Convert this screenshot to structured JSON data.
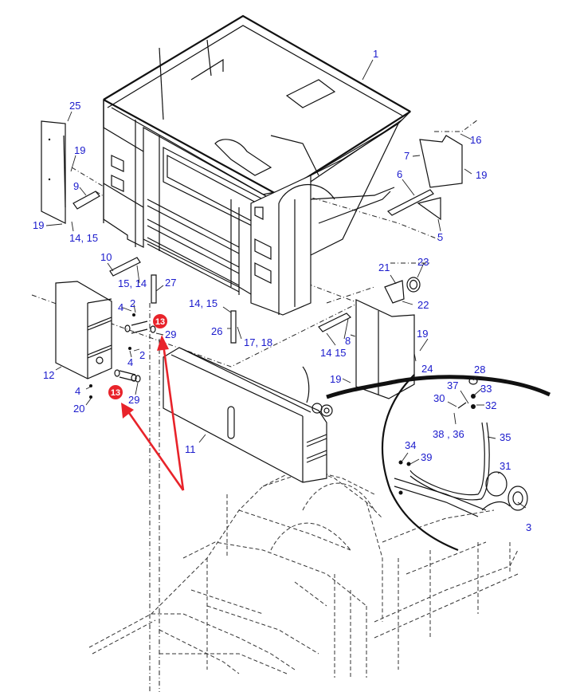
{
  "diagram": {
    "type": "exploded-parts-diagram",
    "subject": "Hopper assembly with fuel/water tanks and filler detail",
    "label_color": "#1a1acc",
    "callout_color": "#e8232a",
    "labels": [
      {
        "id": "1",
        "text": "1"
      },
      {
        "id": "25",
        "text": "25"
      },
      {
        "id": "19a",
        "text": "19"
      },
      {
        "id": "9",
        "text": "9"
      },
      {
        "id": "19b",
        "text": "19"
      },
      {
        "id": "14_15a",
        "text": "14, 15"
      },
      {
        "id": "16",
        "text": "16"
      },
      {
        "id": "7",
        "text": "7"
      },
      {
        "id": "19c",
        "text": "19"
      },
      {
        "id": "6",
        "text": "6"
      },
      {
        "id": "5",
        "text": "5"
      },
      {
        "id": "10",
        "text": "10"
      },
      {
        "id": "15_14",
        "text": "15, 14"
      },
      {
        "id": "27",
        "text": "27"
      },
      {
        "id": "21",
        "text": "21"
      },
      {
        "id": "23",
        "text": "23"
      },
      {
        "id": "22",
        "text": "22"
      },
      {
        "id": "14_15b",
        "text": "14, 15"
      },
      {
        "id": "4a",
        "text": "4"
      },
      {
        "id": "2a",
        "text": "2"
      },
      {
        "id": "29a",
        "text": "29"
      },
      {
        "id": "26",
        "text": "26"
      },
      {
        "id": "17_18",
        "text": "17, 18"
      },
      {
        "id": "8",
        "text": "8"
      },
      {
        "id": "19d",
        "text": "19"
      },
      {
        "id": "14_15c",
        "text": "14 15"
      },
      {
        "id": "4b",
        "text": "4"
      },
      {
        "id": "2b",
        "text": "2"
      },
      {
        "id": "12",
        "text": "12"
      },
      {
        "id": "24",
        "text": "24"
      },
      {
        "id": "19e",
        "text": "19"
      },
      {
        "id": "28",
        "text": "28"
      },
      {
        "id": "37",
        "text": "37"
      },
      {
        "id": "33",
        "text": "33"
      },
      {
        "id": "30",
        "text": "30"
      },
      {
        "id": "32",
        "text": "32"
      },
      {
        "id": "4c",
        "text": "4"
      },
      {
        "id": "29b",
        "text": "29"
      },
      {
        "id": "20",
        "text": "20"
      },
      {
        "id": "38_36",
        "text": "38 , 36"
      },
      {
        "id": "35",
        "text": "35"
      },
      {
        "id": "11",
        "text": "11"
      },
      {
        "id": "34",
        "text": "34"
      },
      {
        "id": "39",
        "text": "39"
      },
      {
        "id": "31",
        "text": "31"
      },
      {
        "id": "3",
        "text": "3"
      }
    ],
    "callouts": [
      {
        "id": "callout_upper",
        "text": "13"
      },
      {
        "id": "callout_lower",
        "text": "13"
      }
    ]
  }
}
